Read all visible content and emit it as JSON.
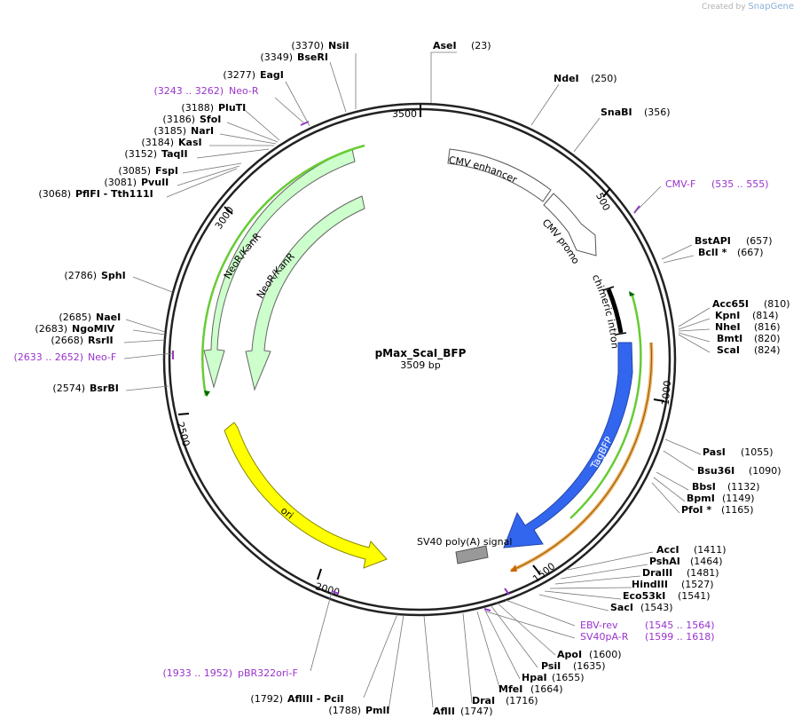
{
  "watermark": {
    "prefix": "Created by",
    "brand": "SnapGene"
  },
  "plasmid": {
    "name": "pMax_ScaI_BFP",
    "size_label": "3509 bp",
    "length": 3509
  },
  "tick_labels": [
    "500",
    "1000",
    "1500",
    "2000",
    "2500",
    "3000",
    "3500"
  ],
  "features": [
    {
      "id": "cmv-enhancer",
      "label": "CMV enhancer",
      "color": "#ffffff"
    },
    {
      "id": "cmv-promoter",
      "label": "CMV promoter",
      "color": "#ffffff"
    },
    {
      "id": "chimeric-intron",
      "label": "chimeric intron",
      "color": "#000000"
    },
    {
      "id": "tagbfp",
      "label": "TagBFP",
      "color": "#3366ee"
    },
    {
      "id": "sv40-polya",
      "label": "SV40 poly(A) signal",
      "color": "#999999"
    },
    {
      "id": "ori",
      "label": "ori",
      "color": "#ffff00"
    },
    {
      "id": "neor-outer",
      "label": "NeoR/KanR",
      "color": "#ccffcc"
    },
    {
      "id": "neor-inner",
      "label": "NeoR/KanR",
      "color": "#ccffcc"
    }
  ],
  "sites_right": [
    {
      "name": "AseI",
      "pos": "(23)"
    },
    {
      "name": "NdeI",
      "pos": "(250)"
    },
    {
      "name": "SnaBI",
      "pos": "(356)"
    },
    {
      "name": "BstAPI",
      "pos": "(657)"
    },
    {
      "name": "BclI *",
      "pos": "(667)"
    },
    {
      "name": "Acc65I",
      "pos": "(810)"
    },
    {
      "name": "KpnI",
      "pos": "(814)"
    },
    {
      "name": "NheI",
      "pos": "(816)"
    },
    {
      "name": "BmtI",
      "pos": "(820)"
    },
    {
      "name": "ScaI",
      "pos": "(824)"
    },
    {
      "name": "PasI",
      "pos": "(1055)"
    },
    {
      "name": "Bsu36I",
      "pos": "(1090)"
    },
    {
      "name": "BbsI",
      "pos": "(1132)"
    },
    {
      "name": "BpmI",
      "pos": "(1149)"
    },
    {
      "name": "PfoI *",
      "pos": "(1165)"
    },
    {
      "name": "AccI",
      "pos": "(1411)"
    },
    {
      "name": "PshAI",
      "pos": "(1464)"
    },
    {
      "name": "DraIII",
      "pos": "(1481)"
    },
    {
      "name": "HindIII",
      "pos": "(1527)"
    },
    {
      "name": "Eco53kI",
      "pos": "(1541)"
    },
    {
      "name": "SacI",
      "pos": "(1543)"
    },
    {
      "name": "ApoI",
      "pos": "(1600)"
    },
    {
      "name": "PsiI",
      "pos": "(1635)"
    },
    {
      "name": "HpaI",
      "pos": "(1655)"
    },
    {
      "name": "MfeI",
      "pos": "(1664)"
    },
    {
      "name": "DraI",
      "pos": "(1716)"
    }
  ],
  "sites_left": [
    {
      "name": "NsiI",
      "pos": "(3370)"
    },
    {
      "name": "BseRI",
      "pos": "(3349)"
    },
    {
      "name": "EagI",
      "pos": "(3277)"
    },
    {
      "name": "PluTI",
      "pos": "(3188)"
    },
    {
      "name": "SfoI",
      "pos": "(3186)"
    },
    {
      "name": "NarI",
      "pos": "(3185)"
    },
    {
      "name": "KasI",
      "pos": "(3184)"
    },
    {
      "name": "TaqII",
      "pos": "(3152)"
    },
    {
      "name": "FspI",
      "pos": "(3085)"
    },
    {
      "name": "PvuII",
      "pos": "(3081)"
    },
    {
      "name": "PflFI - Tth111I",
      "pos": "(3068)"
    },
    {
      "name": "SphI",
      "pos": "(2786)"
    },
    {
      "name": "NaeI",
      "pos": "(2685)"
    },
    {
      "name": "NgoMIV",
      "pos": "(2683)"
    },
    {
      "name": "RsrII",
      "pos": "(2668)"
    },
    {
      "name": "BsrBI",
      "pos": "(2574)"
    },
    {
      "name": "AflIII - PciI",
      "pos": "(1792)"
    },
    {
      "name": "PmlI",
      "pos": "(1788)"
    },
    {
      "name": "AflII",
      "pos": "(1747)"
    }
  ],
  "primers": [
    {
      "name": "Neo-R",
      "range": "(3243 .. 3262)"
    },
    {
      "name": "CMV-F",
      "range": "(535 .. 555)"
    },
    {
      "name": "Neo-F",
      "range": "(2633 .. 2652)"
    },
    {
      "name": "EBV-rev",
      "range": "(1545 .. 1564)"
    },
    {
      "name": "SV40pA-R",
      "range": "(1599 .. 1618)"
    },
    {
      "name": "pBR322ori-F",
      "range": "(1933 .. 1952)"
    }
  ]
}
